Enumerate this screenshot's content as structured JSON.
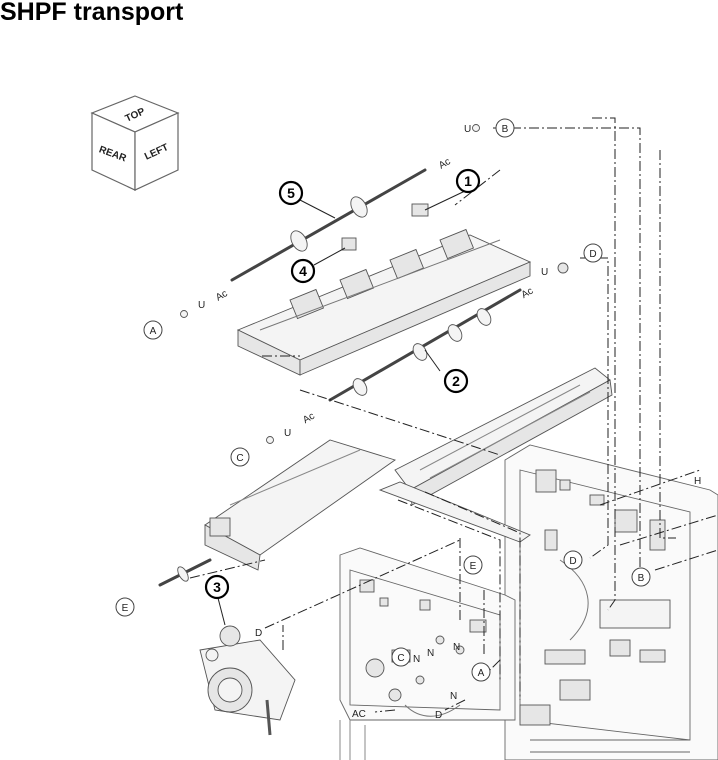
{
  "title": "SHPF transport",
  "orientation_cube": {
    "top": "TOP",
    "left": "LEFT",
    "rear": "REAR"
  },
  "callouts": [
    "1",
    "2",
    "3",
    "4",
    "5"
  ],
  "labels": {
    "A": "A",
    "B": "B",
    "C": "C",
    "D": "D",
    "E": "E",
    "H": "H",
    "Ac": "Ac",
    "U": "U",
    "AC": "AC",
    "N": "N"
  }
}
